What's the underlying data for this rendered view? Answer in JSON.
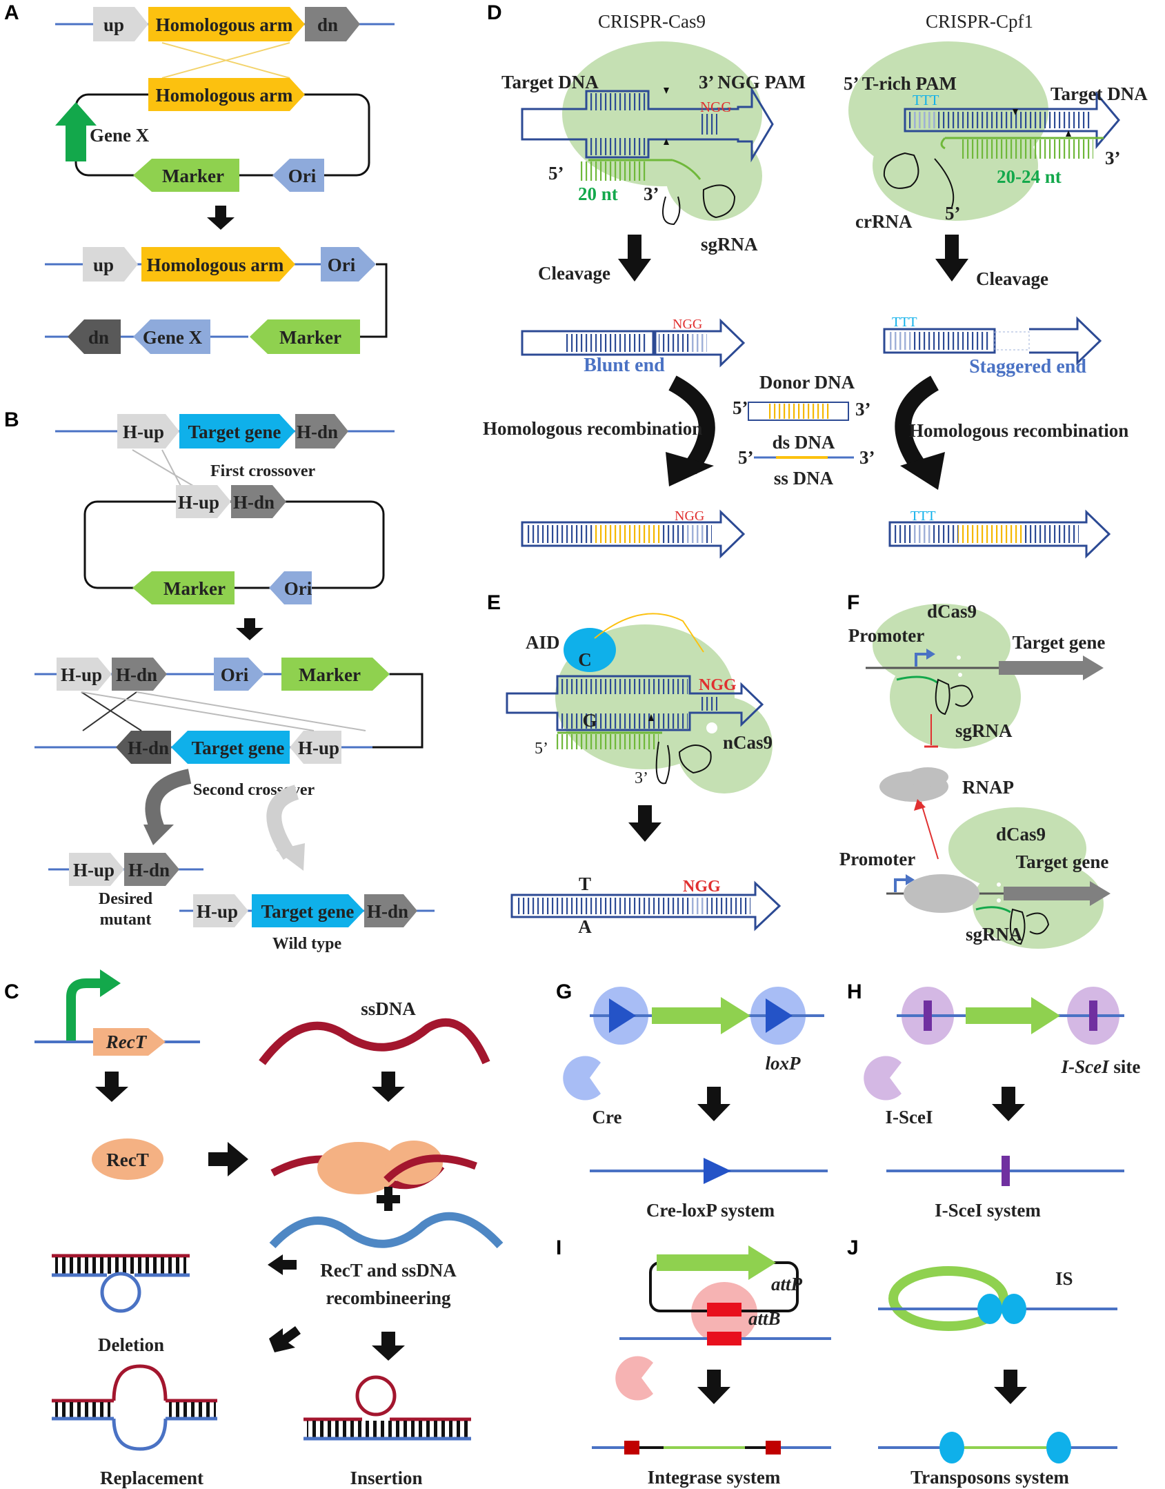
{
  "panels": {
    "A": "A",
    "B": "B",
    "C": "C",
    "D": "D",
    "E": "E",
    "F": "F",
    "G": "G",
    "H": "H",
    "I": "I",
    "J": "J"
  },
  "panelA": {
    "up": "up",
    "arm": "Homologous arm",
    "dn": "dn",
    "gene": "Gene X",
    "marker": "Marker",
    "ori": "Ori"
  },
  "panelB": {
    "hup": "H-up",
    "hdn": "H-dn",
    "target": "Target gene",
    "first": "First crossover",
    "second": "Second crossover",
    "marker": "Marker",
    "ori": "Ori",
    "desired1": "Desired",
    "desired2": "mutant",
    "wild": "Wild type"
  },
  "panelC": {
    "rect_gene": "RecT",
    "ssdna": "ssDNA",
    "rect": "RecT",
    "recomb1": "RecT and ssDNA",
    "recomb2": "recombineering",
    "deletion": "Deletion",
    "replacement": "Replacement",
    "insertion": "Insertion"
  },
  "panelD": {
    "cas9": "CRISPR-Cas9",
    "cpf1": "CRISPR-Cpf1",
    "target": "Target DNA",
    "pam_ngg": "3’ NGG PAM",
    "pam_t": "5’ T-rich PAM",
    "ngg": "NGG",
    "ttt": "TTT",
    "five": "5’",
    "three": "3’",
    "nt20": "20 nt",
    "nt2024": "20-24 nt",
    "sgrna": "sgRNA",
    "crrna": "crRNA",
    "cleavage": "Cleavage",
    "blunt": "Blunt end",
    "staggered": "Staggered end",
    "donor": "Donor DNA",
    "dsdna": "ds DNA",
    "ssdna": "ss DNA",
    "hr": "Homologous recombination"
  },
  "panelE": {
    "aid": "AID",
    "c": "C",
    "g": "G",
    "ngg": "NGG",
    "ncas9": "nCas9",
    "five": "5’",
    "three": "3’",
    "t": "T",
    "a": "A"
  },
  "panelF": {
    "dcas9": "dCas9",
    "promoter": "Promoter",
    "target": "Target gene",
    "sgrna": "sgRNA",
    "rnap": "RNAP"
  },
  "panelG": {
    "loxp": "loxP",
    "cre": "Cre",
    "caption": "Cre-loxP system"
  },
  "panelH": {
    "site_italic": "I-SceI",
    "site": " site",
    "enzyme": "I-SceI",
    "caption": "I-SceI system"
  },
  "panelI": {
    "attp": "attP",
    "attb": "attB",
    "caption": "Integrase system"
  },
  "panelJ": {
    "is": "IS",
    "caption": "Transposons system"
  },
  "colors": {
    "blue_line": "#4a72c4",
    "yellow": "#fcc10f",
    "grey_light": "#d9d9d9",
    "grey_dark": "#808080",
    "green_marker": "#8fd14f",
    "ori_blue": "#8eaadb",
    "cyan": "#0fb0ea",
    "green_arrow": "#13a84b",
    "protein_green": "#c5e0b3",
    "red": "#e03030",
    "salmon": "#f4b183",
    "maroon": "#a3162e",
    "navy": "#1f3a8a",
    "purple": "#7030a0"
  }
}
